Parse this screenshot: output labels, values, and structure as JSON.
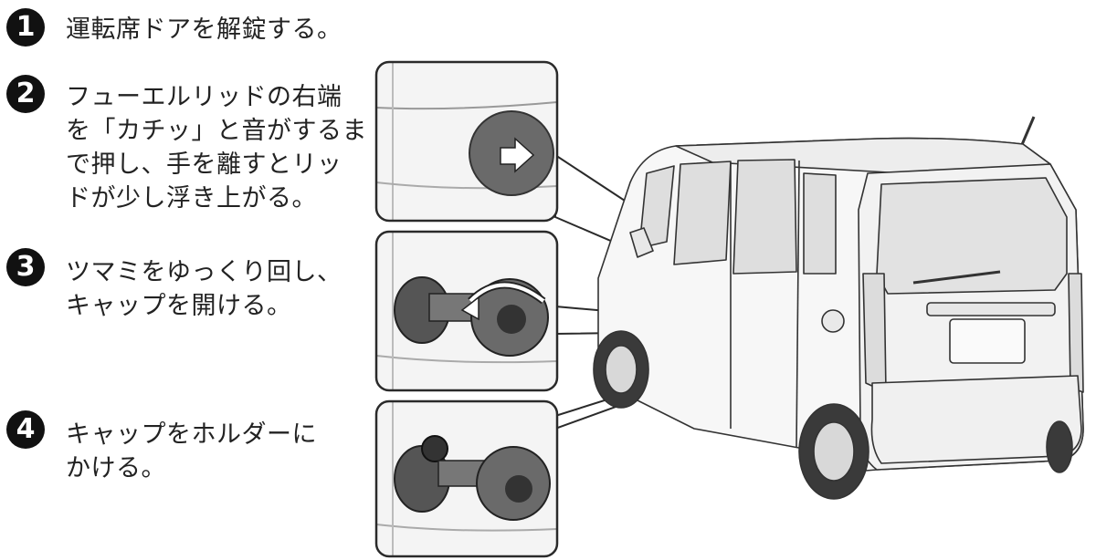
{
  "steps": [
    {
      "number": "1",
      "lines": [
        "運転席ドアを解錠する。"
      ]
    },
    {
      "number": "2",
      "lines": [
        "フューエルリッドの右端",
        "を「カチッ」と音がするま",
        "で押し、手を離すとリッ",
        "ドが少し浮き上がる。"
      ]
    },
    {
      "number": "3",
      "lines": [
        "ツマミをゆっくり回し、",
        "キャップを開ける。"
      ]
    },
    {
      "number": "4",
      "lines": [
        "キャップをホルダーに",
        "かける。"
      ]
    }
  ],
  "colors": {
    "badge": "#111111",
    "text": "#222222",
    "outline": "#2a2a2a"
  },
  "icons": [
    "arrow-right-icon",
    "rotate-arrow-icon"
  ]
}
